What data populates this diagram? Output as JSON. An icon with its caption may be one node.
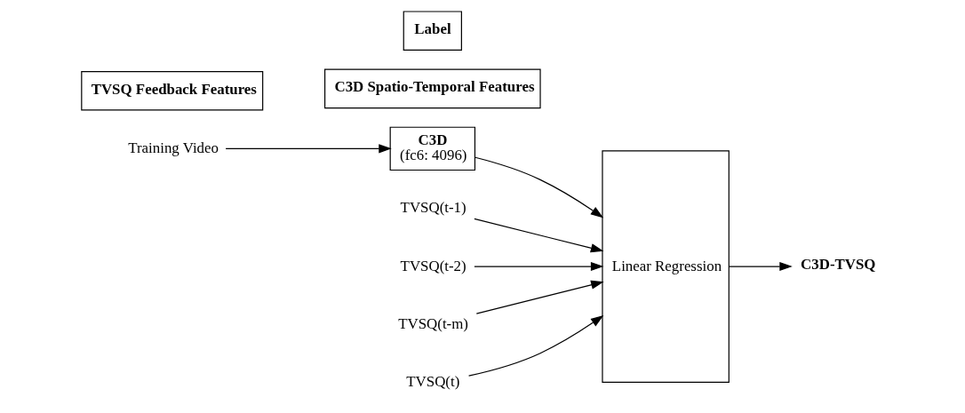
{
  "diagram": {
    "nodes": [
      {
        "text": [
          "Training Video"
        ]
      },
      {
        "text": [
          "C3D",
          "(fc6: 4096)"
        ]
      },
      {
        "text": [
          "C3D Spatio-Temporal Features"
        ]
      },
      {
        "text": [
          "Linear Regression"
        ]
      },
      {
        "text": [
          "C3D-TVSQ"
        ]
      },
      {
        "text": [
          "TVSQ Feedback Features"
        ]
      },
      {
        "text": [
          "TVSQ(t-1)"
        ]
      },
      {
        "text": [
          "TVSQ(t-2)"
        ]
      },
      {
        "text": [
          "TVSQ(t-m)"
        ]
      },
      {
        "text": [
          "Label"
        ]
      },
      {
        "text": [
          "TVSQ(t)"
        ]
      }
    ],
    "edges": [
      {
        "from": 0,
        "to": 1,
        "arrow": "to"
      },
      {
        "from": 1,
        "to": 3,
        "arrow": "to"
      },
      {
        "from": 6,
        "to": 3,
        "arrow": "to"
      },
      {
        "from": 7,
        "to": 3,
        "arrow": "to"
      },
      {
        "from": 8,
        "to": 3,
        "arrow": "to"
      },
      {
        "from": 10,
        "to": 3,
        "arrow": "to"
      },
      {
        "from": 3,
        "to": 4,
        "arrow": "to"
      }
    ]
  }
}
